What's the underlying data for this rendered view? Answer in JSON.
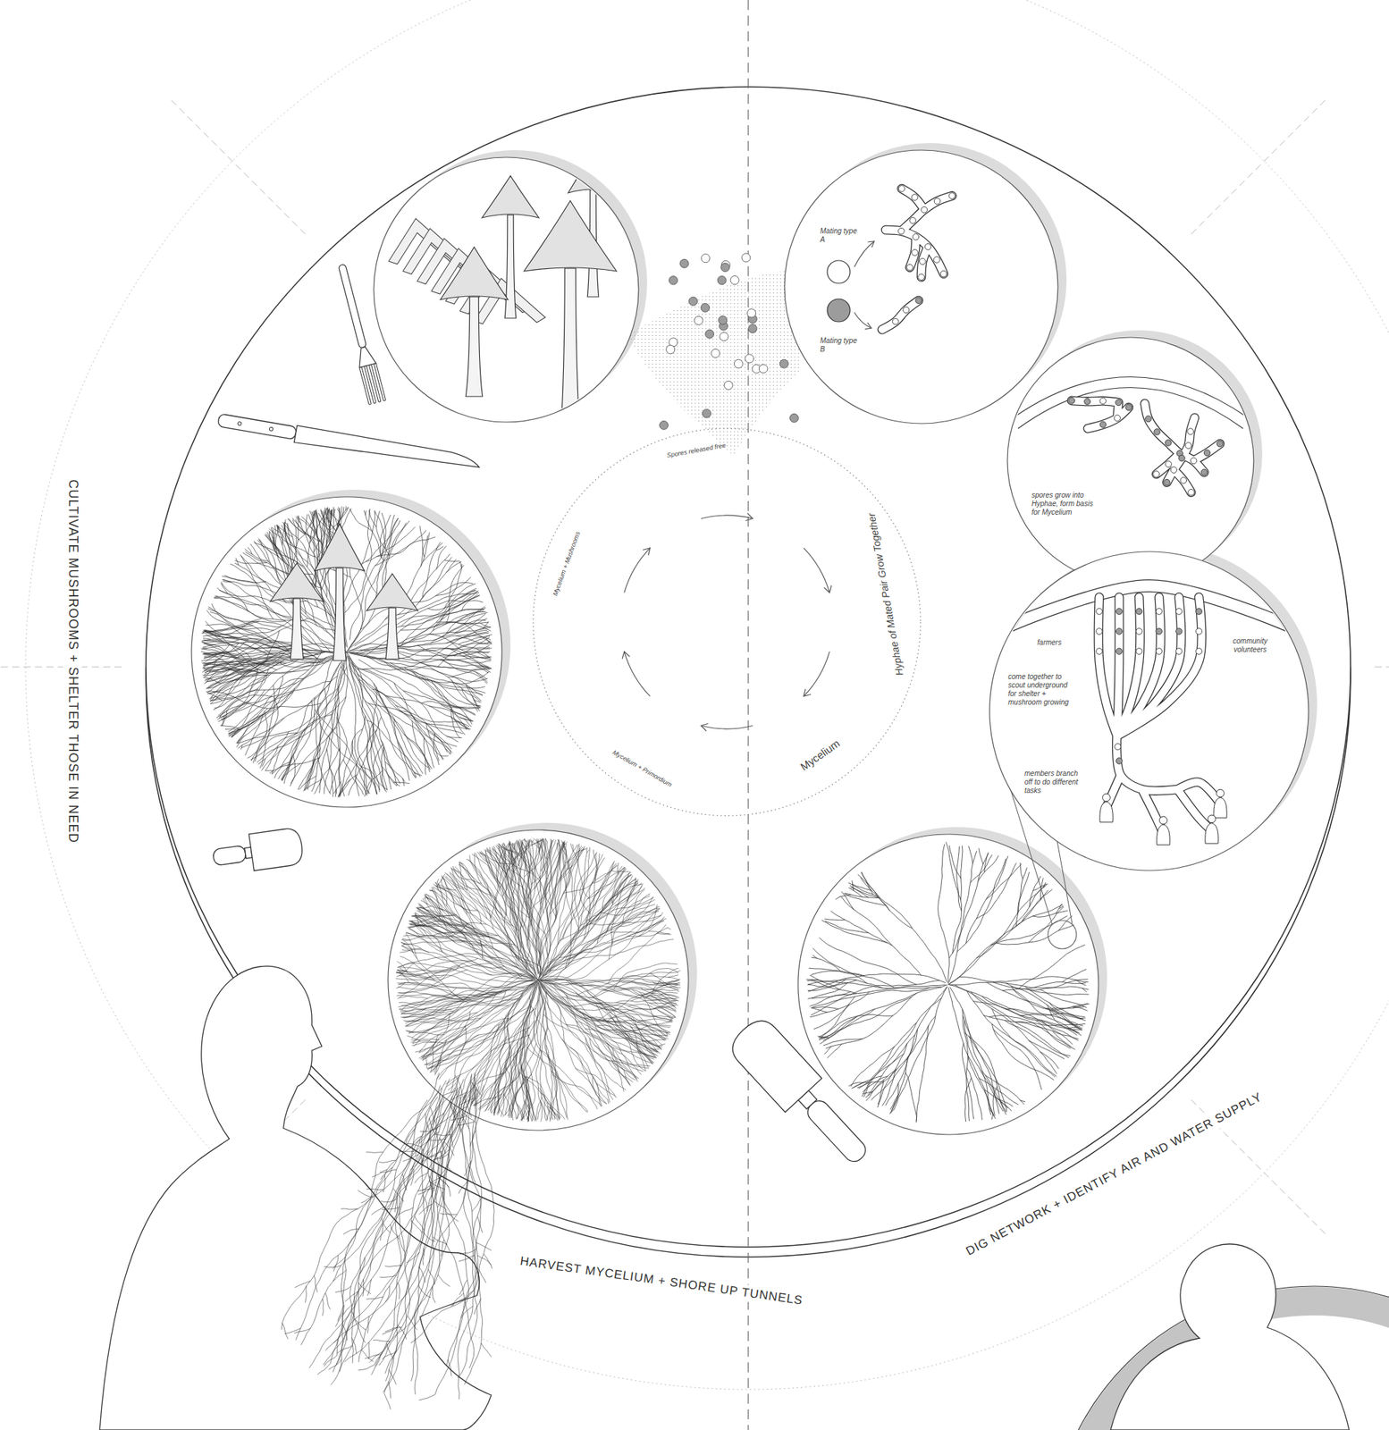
{
  "diagram": {
    "nodes": [
      {
        "text": [
          "Mating type A",
          "Mating type B"
        ]
      },
      {
        "text": [
          "spores grow into Hyphae, form basis for Mycelium"
        ]
      },
      {
        "text": [
          "Spores released free",
          "Hyphae of Mated Pair Grow Together",
          "Mycelium",
          "Mycelium + Primordium",
          "Mycelium + Mushrooms"
        ]
      },
      {
        "text": [
          "farmers",
          "community volunteers",
          "come together to scout underground for shelter + mushroom growing",
          "members branch off to do different tasks"
        ]
      }
    ],
    "labels": [
      "CULTIVATE MUSHROOMS + SHELTER THOSE IN NEED",
      "HARVEST MYCELIUM + SHORE UP TUNNELS",
      "DIG NETWORK + IDENTIFY AIR AND WATER SUPPLY"
    ]
  }
}
